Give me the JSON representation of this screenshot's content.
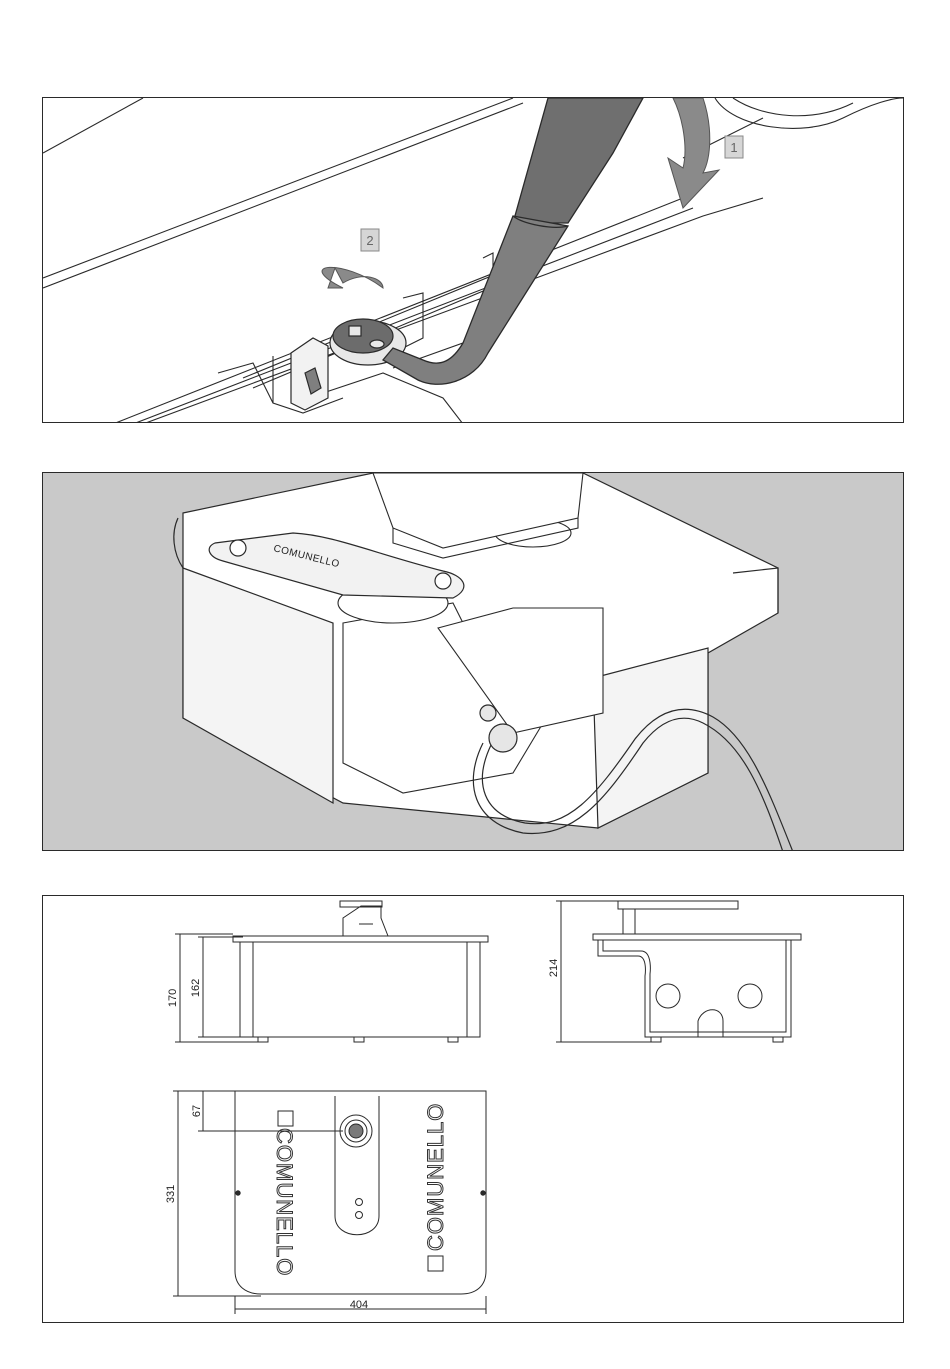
{
  "panel_release": {
    "step_1": "1",
    "step_2": "2"
  },
  "panel_open": {
    "brand_label": "COMUNELLO"
  },
  "panel_dimensions": {
    "front_view": {
      "height_outer": "170",
      "height_inner": "162"
    },
    "side_view": {
      "height_total": "214"
    },
    "top_view": {
      "offset_from_top": "67",
      "depth": "331",
      "width": "404",
      "brand_label": "COMUNELLO"
    }
  },
  "colors": {
    "panel_open_background": "#c9c9c9",
    "handle_grey": "#7f7f7f",
    "line": "#2a2a2a",
    "step_badge": "#d6d6d6"
  }
}
